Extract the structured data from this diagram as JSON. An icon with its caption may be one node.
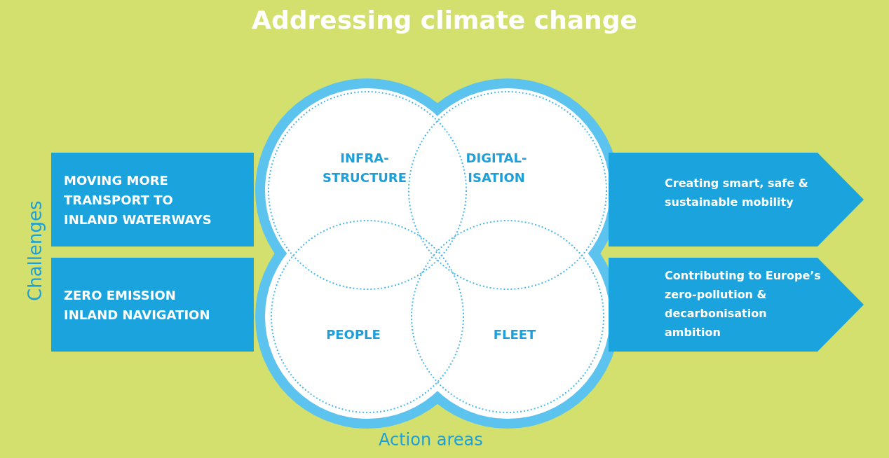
{
  "diagram": {
    "title": "Addressing climate change",
    "nodes": [
      {
        "text": [
          "MOVING MORE TRANSPORT TO INLAND WATERWAYS"
        ]
      },
      {
        "text": [
          "ZERO EMISSION INLAND NAVIGATION"
        ]
      },
      {
        "text": [
          "INFRA- STRUCTURE"
        ]
      },
      {
        "text": [
          "DIGITAL- ISATION"
        ]
      },
      {
        "text": [
          "PEOPLE"
        ]
      },
      {
        "text": [
          "FLEET"
        ]
      },
      {
        "text": [
          "Creating smart, safe & sustainable mobility"
        ]
      },
      {
        "text": [
          "Contributing to Europe’s zero-pollution & decarbonisation ambition"
        ]
      }
    ],
    "labels": [
      "Challenges",
      "Action areas"
    ]
  }
}
